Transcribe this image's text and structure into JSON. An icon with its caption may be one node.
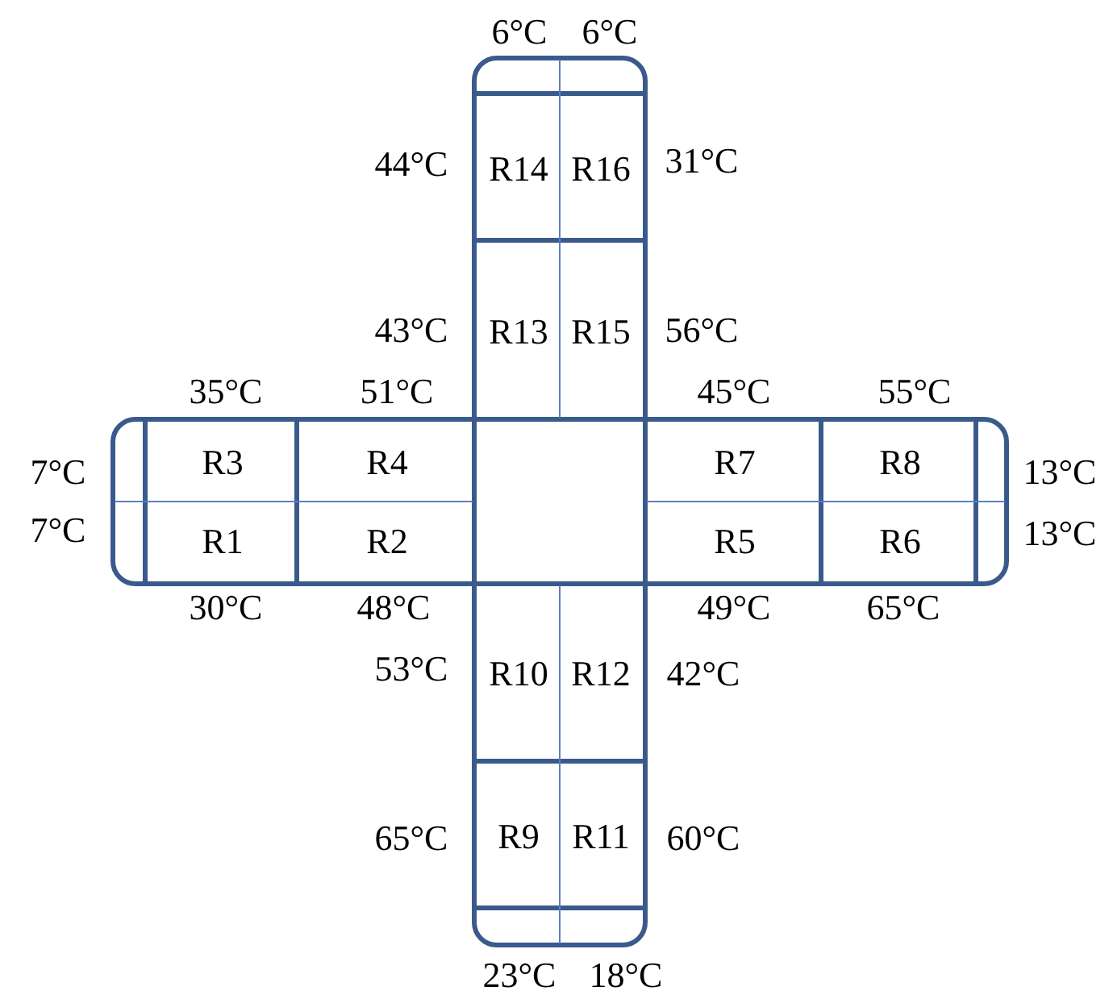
{
  "diagram": {
    "nodes": [
      {
        "text": [
          "R14"
        ]
      },
      {
        "text": [
          "R16"
        ]
      },
      {
        "text": [
          "R13"
        ]
      },
      {
        "text": [
          "R15"
        ]
      },
      {
        "text": [
          "R3"
        ]
      },
      {
        "text": [
          "R4"
        ]
      },
      {
        "text": [
          "R7"
        ]
      },
      {
        "text": [
          "R8"
        ]
      },
      {
        "text": [
          "R1"
        ]
      },
      {
        "text": [
          "R2"
        ]
      },
      {
        "text": [
          "R5"
        ]
      },
      {
        "text": [
          "R6"
        ]
      },
      {
        "text": [
          "R10"
        ]
      },
      {
        "text": [
          "R12"
        ]
      },
      {
        "text": [
          "R9"
        ]
      },
      {
        "text": [
          "R11"
        ]
      }
    ],
    "labels": [
      "6°C",
      "6°C",
      "44°C",
      "31°C",
      "43°C",
      "56°C",
      "35°C",
      "51°C",
      "45°C",
      "55°C",
      "7°C",
      "13°C",
      "7°C",
      "13°C",
      "30°C",
      "48°C",
      "49°C",
      "65°C",
      "53°C",
      "42°C",
      "65°C",
      "60°C",
      "23°C",
      "18°C"
    ]
  }
}
